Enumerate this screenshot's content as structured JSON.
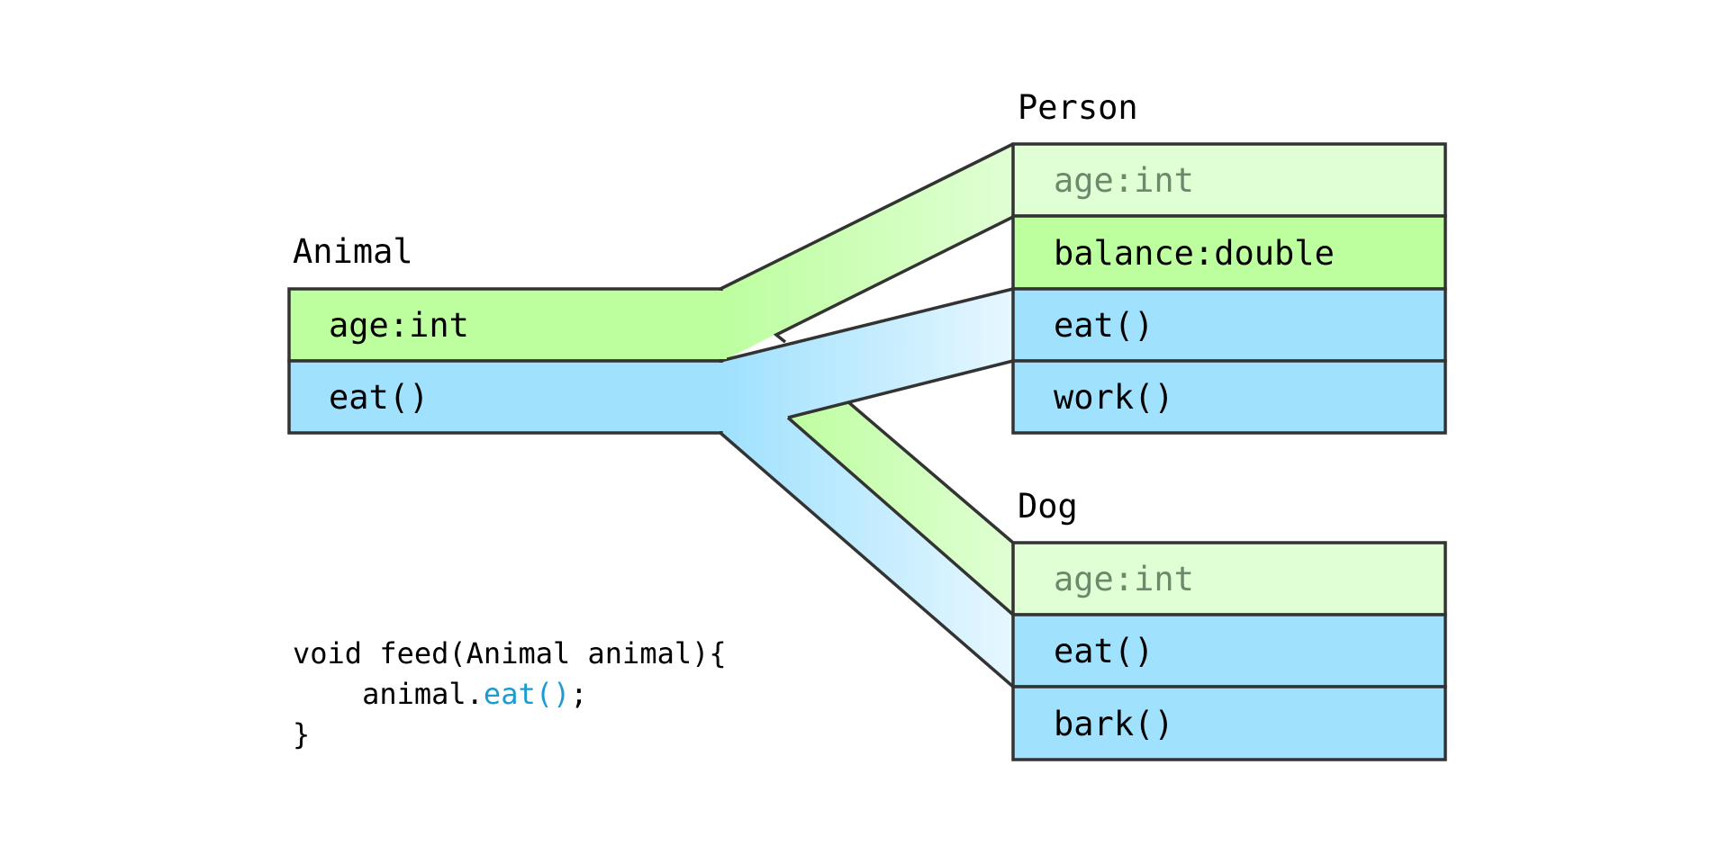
{
  "colors": {
    "field_green": "#bdfe9f",
    "field_green_light": "#e0ffd4",
    "method_blue": "#a0e1fe",
    "method_blue_light": "#e6f7ff",
    "outline": "#333333",
    "inherited_text": "#6b8a6b",
    "code_highlight": "#1a9bd1"
  },
  "animal": {
    "title": "Animal",
    "rows": [
      "age:int",
      "eat()"
    ]
  },
  "person": {
    "title": "Person",
    "rows": [
      "age:int",
      "balance:double",
      "eat()",
      "work()"
    ]
  },
  "dog": {
    "title": "Dog",
    "rows": [
      "age:int",
      "eat()",
      "bark()"
    ]
  },
  "code": {
    "line1": "void feed(Animal animal){",
    "line2_prefix": "    animal.",
    "line2_call": "eat()",
    "line2_suffix": ";",
    "line3": "}"
  }
}
